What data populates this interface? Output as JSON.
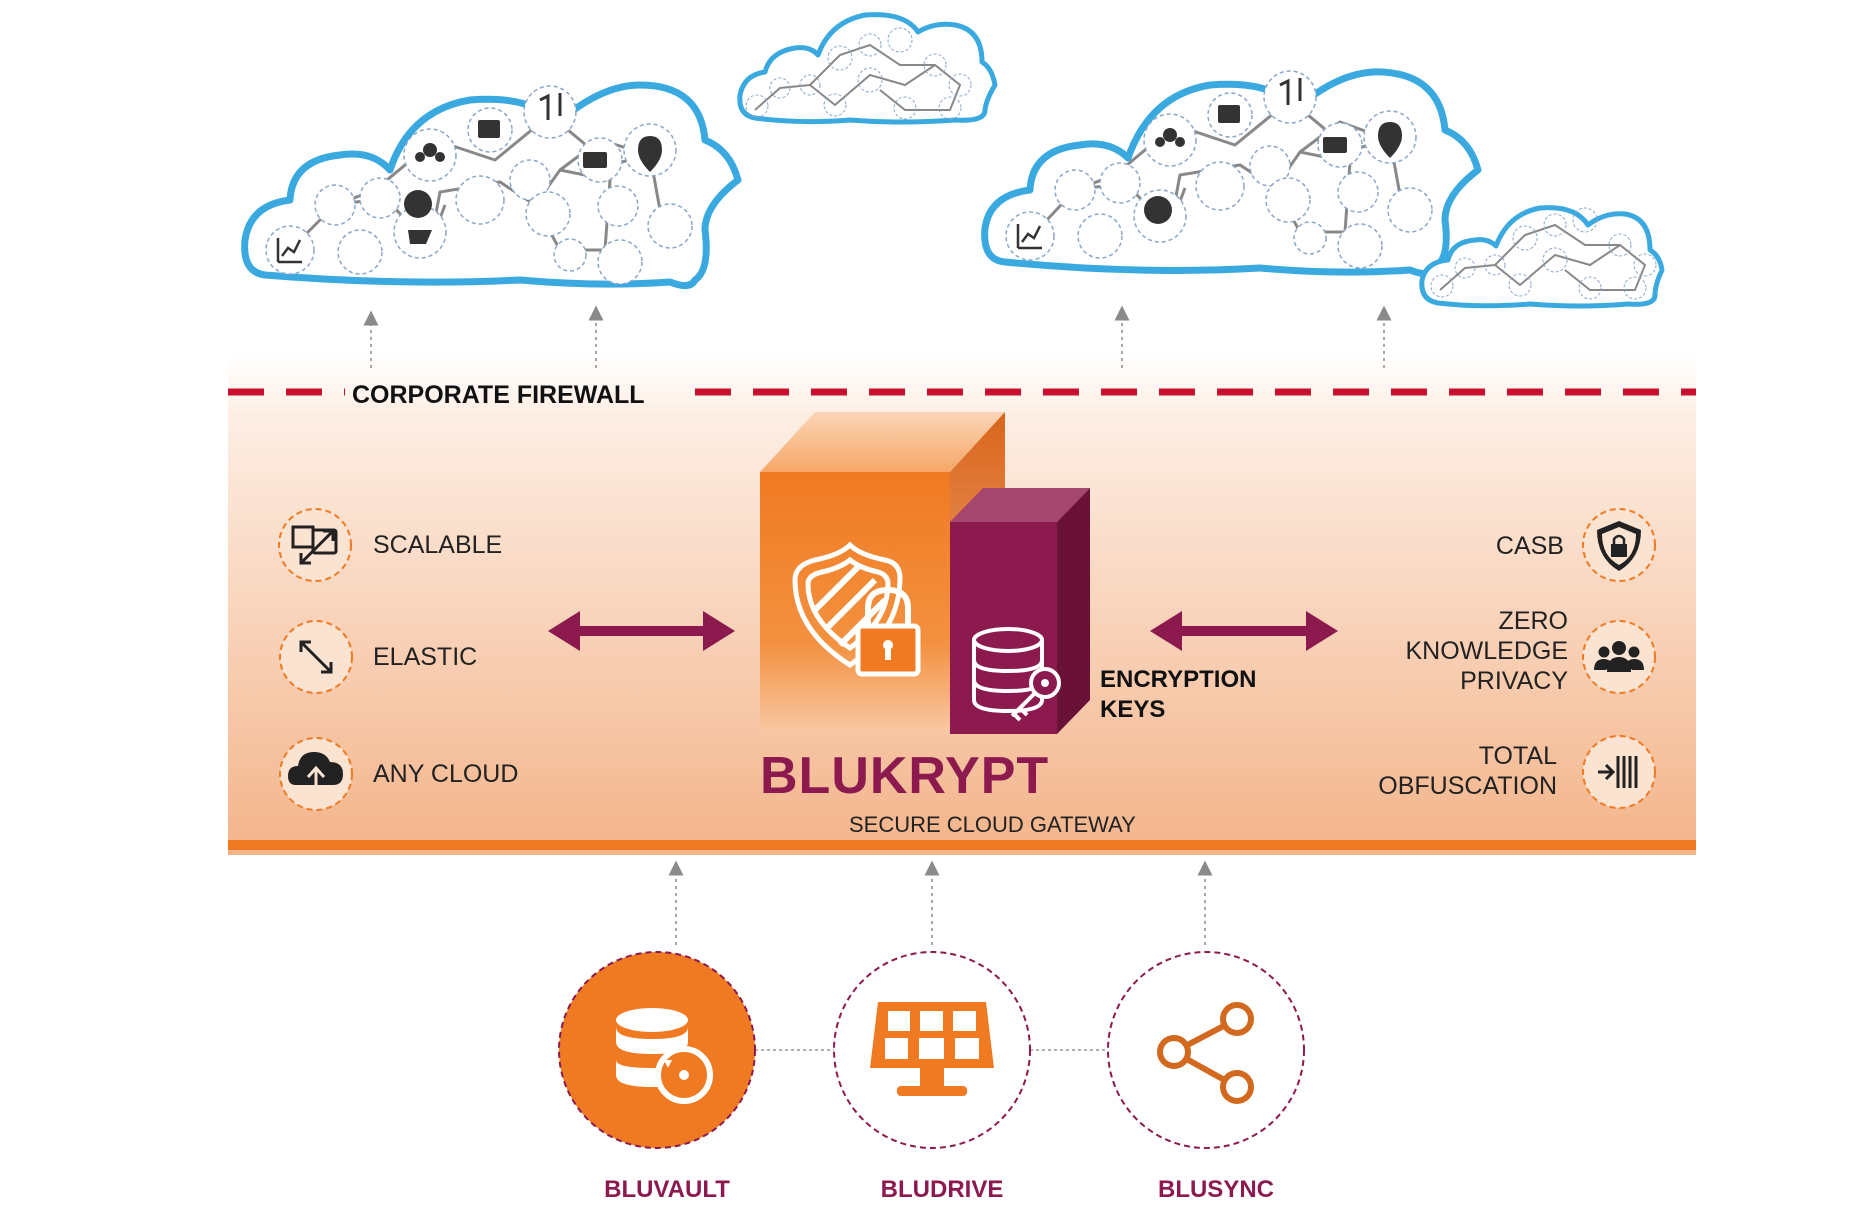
{
  "firewall": {
    "label": "CORPORATE FIREWALL"
  },
  "gateway": {
    "name": "BLUKRYPT",
    "tagline": "SECURE CLOUD GATEWAY",
    "keys_line1": "ENCRYPTION",
    "keys_line2": "KEYS"
  },
  "left_features": [
    {
      "label": "SCALABLE",
      "icon": "resize-arrows-icon"
    },
    {
      "label": "ELASTIC",
      "icon": "diagonal-expand-icon"
    },
    {
      "label": "ANY CLOUD",
      "icon": "cloud-upload-icon"
    }
  ],
  "right_features": [
    {
      "lines": [
        "CASB"
      ],
      "icon": "shield-lock-icon"
    },
    {
      "lines": [
        "ZERO",
        "KNOWLEDGE",
        "PRIVACY"
      ],
      "icon": "users-group-icon"
    },
    {
      "lines": [
        "TOTAL",
        "OBFUSCATION"
      ],
      "icon": "obfuscation-icon"
    }
  ],
  "products": [
    {
      "label": "BLUVAULT",
      "icon": "database-restore-icon"
    },
    {
      "label": "BLUDRIVE",
      "icon": "solar-drive-icon"
    },
    {
      "label": "BLUSYNC",
      "icon": "share-icon"
    }
  ],
  "colors": {
    "accent_orange": "#f0812e",
    "brand_purple": "#8c1a4f",
    "firewall_red": "#c8102e",
    "cloud_blue": "#3aa9e0"
  }
}
